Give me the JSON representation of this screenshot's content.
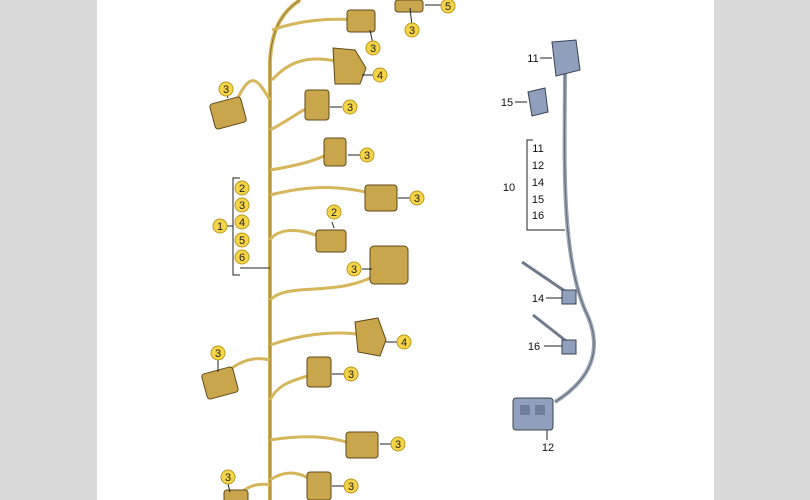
{
  "diagram": {
    "callouts": [
      "5",
      "3",
      "3",
      "4",
      "3",
      "3",
      "3",
      "3",
      "2",
      "3",
      "4",
      "3",
      "3",
      "3",
      "3",
      "3",
      "1",
      "2",
      "3",
      "4",
      "5",
      "6"
    ],
    "kit_a": {
      "label": "1",
      "items": [
        "2",
        "3",
        "4",
        "5",
        "6"
      ]
    },
    "kit_b": {
      "label": "10",
      "items": [
        "11",
        "12",
        "14",
        "15",
        "16"
      ]
    },
    "labels": [
      "11",
      "15",
      "14",
      "16",
      "12"
    ]
  },
  "colors": {
    "background": "#d9d9d9",
    "sheet": "#ffffff",
    "harness": "#d6b65a",
    "connector": "#c9a54b",
    "callout_fill": "#f5d547",
    "cable_grey": "#9aa4b4",
    "connector_grey": "#8fa0bd"
  }
}
